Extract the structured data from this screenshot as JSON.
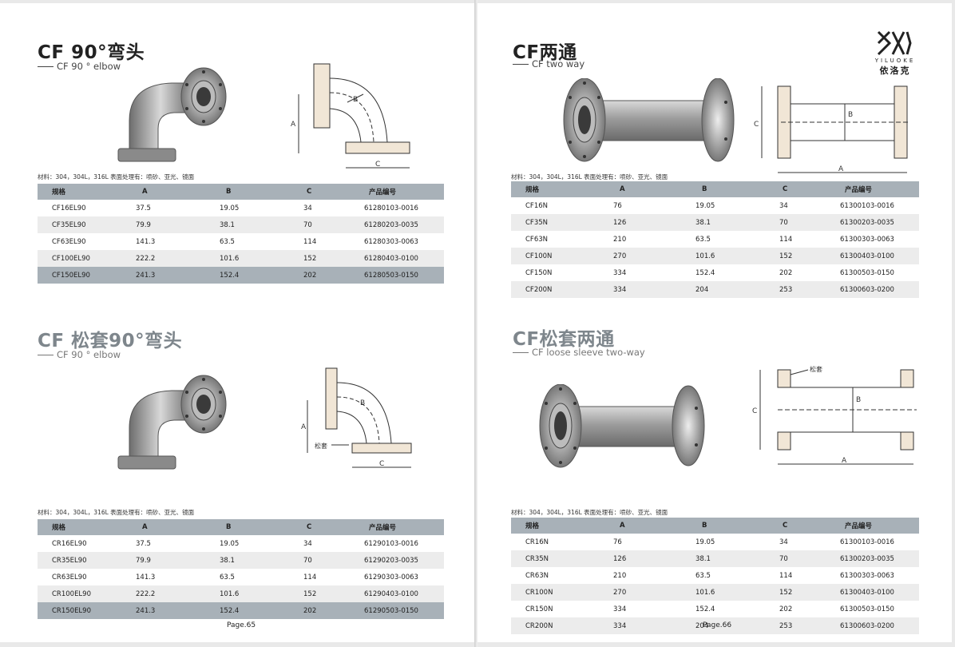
{
  "left_page": {
    "page_number": "Page.65",
    "sections": [
      {
        "title": "CF 90°弯头",
        "subtitle": "CF 90 ° elbow",
        "material": "材料：304，304L，316L  表面处理有：喷砂、亚光、镜面",
        "diagram_labels": {
          "a": "A",
          "b": "B",
          "c": "C"
        },
        "table": {
          "headers": [
            "规格",
            "A",
            "B",
            "C",
            "产品编号"
          ],
          "rows": [
            [
              "CF16EL90",
              "37.5",
              "19.05",
              "34",
              "61280103-0016"
            ],
            [
              "CF35EL90",
              "79.9",
              "38.1",
              "70",
              "61280203-0035"
            ],
            [
              "CF63EL90",
              "141.3",
              "63.5",
              "114",
              "61280303-0063"
            ],
            [
              "CF100EL90",
              "222.2",
              "101.6",
              "152",
              "61280403-0100"
            ],
            [
              "CF150EL90",
              "241.3",
              "152.4",
              "202",
              "61280503-0150"
            ]
          ]
        }
      },
      {
        "title": "CF 松套90°弯头",
        "subtitle": "CF 90 ° elbow",
        "material": "材料：304，304L，316L  表面处理有：喷砂、亚光、镜面",
        "diagram_labels": {
          "a": "A",
          "b": "B",
          "c": "C",
          "sleeve": "松套"
        },
        "table": {
          "headers": [
            "规格",
            "A",
            "B",
            "C",
            "产品编号"
          ],
          "rows": [
            [
              "CR16EL90",
              "37.5",
              "19.05",
              "34",
              "61290103-0016"
            ],
            [
              "CR35EL90",
              "79.9",
              "38.1",
              "70",
              "61290203-0035"
            ],
            [
              "CR63EL90",
              "141.3",
              "63.5",
              "114",
              "61290303-0063"
            ],
            [
              "CR100EL90",
              "222.2",
              "101.6",
              "152",
              "61290403-0100"
            ],
            [
              "CR150EL90",
              "241.3",
              "152.4",
              "202",
              "61290503-0150"
            ]
          ]
        }
      }
    ]
  },
  "right_page": {
    "page_number": "Page.66",
    "logo": {
      "brand_en": "YILUOKE",
      "brand_cn": "依洛克"
    },
    "sections": [
      {
        "title": "CF两通",
        "subtitle": "CF two way",
        "material": "材料：304，304L，316L  表面处理有：喷砂、亚光、镜面",
        "diagram_labels": {
          "a": "A",
          "b": "B",
          "c": "C"
        },
        "table": {
          "headers": [
            "规格",
            "A",
            "B",
            "C",
            "产品编号"
          ],
          "rows": [
            [
              "CF16N",
              "76",
              "19.05",
              "34",
              "61300103-0016"
            ],
            [
              "CF35N",
              "126",
              "38.1",
              "70",
              "61300203-0035"
            ],
            [
              "CF63N",
              "210",
              "63.5",
              "114",
              "61300303-0063"
            ],
            [
              "CF100N",
              "270",
              "101.6",
              "152",
              "61300403-0100"
            ],
            [
              "CF150N",
              "334",
              "152.4",
              "202",
              "61300503-0150"
            ],
            [
              "CF200N",
              "334",
              "204",
              "253",
              "61300603-0200"
            ]
          ]
        }
      },
      {
        "title": "CF松套两通",
        "subtitle": "CF loose sleeve two-way",
        "material": "材料：304，304L，316L  表面处理有：喷砂、亚光、镜面",
        "diagram_labels": {
          "a": "A",
          "b": "B",
          "c": "C",
          "sleeve": "松套"
        },
        "table": {
          "headers": [
            "规格",
            "A",
            "B",
            "C",
            "产品编号"
          ],
          "rows": [
            [
              "CR16N",
              "76",
              "19.05",
              "34",
              "61300103-0016"
            ],
            [
              "CR35N",
              "126",
              "38.1",
              "70",
              "61300203-0035"
            ],
            [
              "CR63N",
              "210",
              "63.5",
              "114",
              "61300303-0063"
            ],
            [
              "CR100N",
              "270",
              "101.6",
              "152",
              "61300403-0100"
            ],
            [
              "CR150N",
              "334",
              "152.4",
              "202",
              "61300503-0150"
            ],
            [
              "CR200N",
              "334",
              "204",
              "253",
              "61300603-0200"
            ]
          ]
        }
      }
    ]
  },
  "colors": {
    "table_header": "#a8b1b8",
    "row_alt": "#ececec",
    "title_gray": "#7e868c"
  }
}
